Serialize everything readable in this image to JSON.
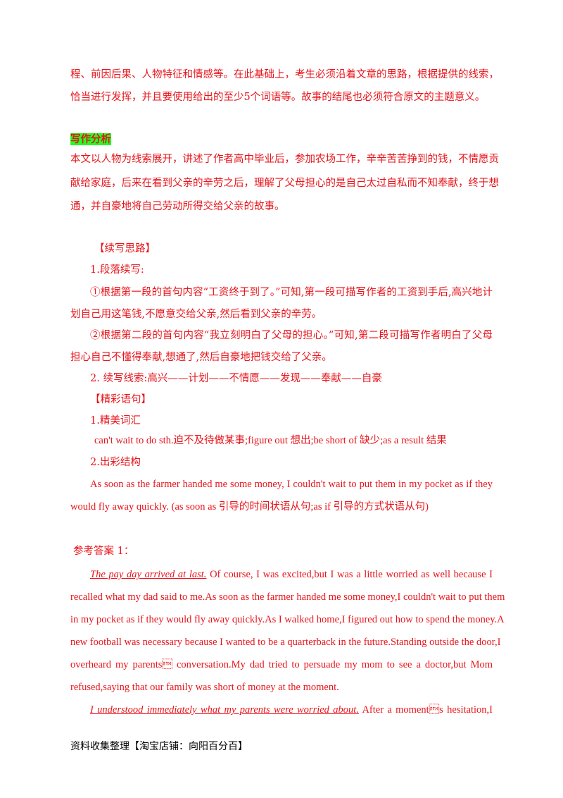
{
  "intro": {
    "line1": "程、前因后果、人物特征和情感等。在此基础上，考生必须沿着文章的思路，根据提供的线索，",
    "line2": "恰当进行发挥，并且要使用给出的至少5个词语等。故事的结尾也必须符合原文的主题意义。"
  },
  "analysis": {
    "heading": "写作分析",
    "line1": "本文以人物为线索展开，讲述了作者高中毕业后，参加农场工作，辛辛苦苦挣到的钱，不情愿贡",
    "line2": "献给家庭，后来在看到父亲的辛劳之后，理解了父母担心的是自己太过自私而不知奉献，终于想",
    "line3": "通，并自豪地将自己劳动所得交给父亲的故事。"
  },
  "ideas": {
    "heading": "【续写思路】",
    "sub1": "1.段落续写:",
    "p1_line1": "①根据第一段的首句内容“工资终于到了。”可知,第一段可描写作者的工资到手后,高兴地计",
    "p1_line2": "划自己用这笔钱,不愿意交给父亲,然后看到父亲的辛劳。",
    "p2_line1": "②根据第二段的首句内容“我立刻明白了父母的担心。”可知,第二段可描写作者明白了父母",
    "p2_line2": "担心自己不懂得奉献,想通了,然后自豪地把钱交给了父亲。",
    "sub2": "2.    续写线索:高兴——计划——不情愿——发现——奉献——自豪"
  },
  "phrases": {
    "heading": "【精彩语句】",
    "vocab_title": "1.精美词汇",
    "vocab": "can't wait to do sth.迫不及待做某事;figure out 想出;be short of 缺少;as a result 结果",
    "struct_title": "2.出彩结构",
    "struct_line1": "As soon as the farmer handed me some money, I couldn't wait to put them in my pocket as if they",
    "struct_line2": "would fly away quickly. (as soon as 引导的时间状语从句;as if 引导的方式状语从句)"
  },
  "answer": {
    "heading": "参考答案  1：",
    "p1_lead": "The pay day arrived at last.",
    "p1_line1_rest": " Of course, I  was excited,but I was a little worried as well because I",
    "p1_line2": "recalled what my dad said to me.As soon as the farmer handed me some money,I couldn't wait to put them",
    "p1_line3": "in my pocket as if they would fly away quickly.As I walked home,I figured out how to spend the money.A",
    "p1_line4": "new football was necessary because I wanted to be a quarterback in the future.Standing outside the door,I",
    "p1_line5": "overheard my parents\u0002 conversation.My dad tried to persuade my mom to see a doctor,but Mom",
    "p1_line6": "refused,saying that our family was short of money at the moment.",
    "p2_lead": "I understood immediately what my parents were worried about.",
    "p2_line1_rest": " After a moment\u0002s hesitation,I"
  },
  "footer": {
    "text": "资料收集整理【淘宝店铺：向阳百分百】"
  },
  "colors": {
    "text": "#e8141b",
    "highlight": "#22ff22",
    "footer": "#000000"
  }
}
